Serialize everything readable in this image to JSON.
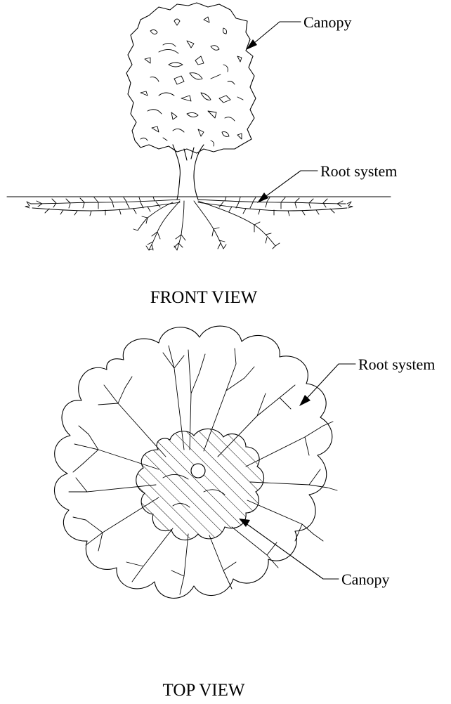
{
  "front_view": {
    "title": "FRONT VIEW",
    "labels": {
      "canopy": "Canopy",
      "root_system": "Root system"
    }
  },
  "top_view": {
    "title": "TOP VIEW",
    "labels": {
      "root_system": "Root system",
      "canopy": "Canopy"
    }
  },
  "colors": {
    "ink": "#000000",
    "background": "#ffffff"
  }
}
